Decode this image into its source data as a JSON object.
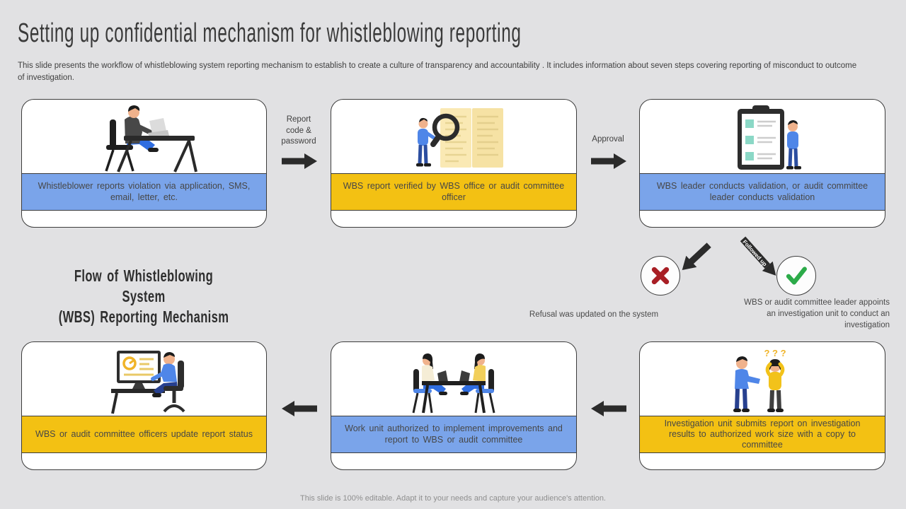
{
  "slide": {
    "title": "Setting up confidential mechanism for whistleblowing reporting",
    "subtitle": "This slide presents the workflow of whistleblowing system reporting mechanism to establish to create a culture of transparency and accountability . It includes information about seven steps covering reporting of misconduct to outcome of investigation.",
    "footer": "This slide is 100% editable. Adapt it to your needs and capture your audience's attention."
  },
  "center_heading": {
    "line1": "Flow of Whistleblowing System",
    "line2": "(WBS) Reporting Mechanism"
  },
  "steps": [
    {
      "label": "Whistleblower reports violation via application, SMS, email, letter, etc.",
      "band": "blue",
      "icon": "whistleblower-at-desk"
    },
    {
      "label": "WBS report verified by WBS office or audit committee officer",
      "band": "yellow",
      "icon": "magnifier-document-review"
    },
    {
      "label": "WBS leader conducts validation, or audit committee leader conducts validation",
      "band": "blue",
      "icon": "checklist-clipboard"
    },
    {
      "label": "WBS or audit committee officers update report status",
      "band": "yellow",
      "icon": "status-update-monitor"
    },
    {
      "label": "Work unit authorized to implement improvements and report to WBS or audit committee",
      "band": "blue",
      "icon": "meeting-table"
    },
    {
      "label": "Investigation unit submits report on investigation results to authorized work size with a copy to committee",
      "band": "yellow",
      "icon": "investigation-questions",
      "overlay": "? ? ?"
    }
  ],
  "connectors": {
    "report_code_label": "Report code & password",
    "approval_label": "Approval",
    "followed_up_label": "Followed up"
  },
  "decision": {
    "refusal_text": "Refusal was updated on the system",
    "appoint_text": "WBS or audit committee leader appoints an investigation unit to conduct an investigation"
  },
  "colors": {
    "background": "#e1e1e3",
    "band_blue": "#7aa4ea",
    "band_yellow": "#f3c113",
    "arrow_black": "#2b2b2b",
    "cross_red": "#a81e24",
    "check_green": "#2cab49"
  }
}
